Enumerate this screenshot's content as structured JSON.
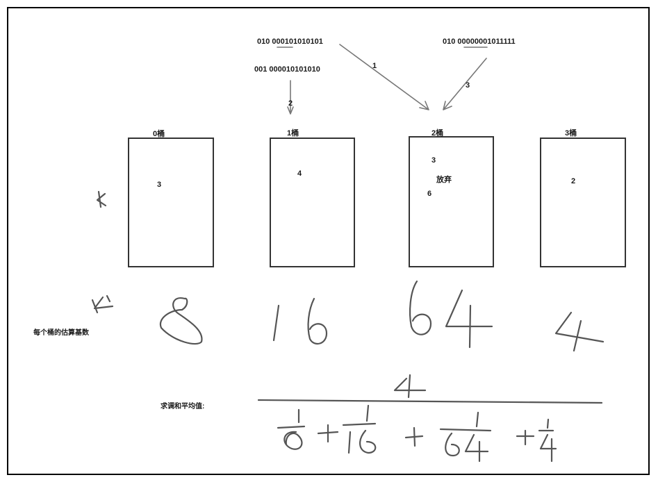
{
  "inputs": [
    {
      "value": "010 000101010101",
      "arrow_label": "1"
    },
    {
      "value": "001 000010101010",
      "arrow_label": "2"
    },
    {
      "value": "010 00000001011111",
      "arrow_label": "3"
    }
  ],
  "buckets": [
    {
      "label": "0桶",
      "contents": [
        "3"
      ]
    },
    {
      "label": "1桶",
      "contents": [
        "4"
      ]
    },
    {
      "label": "2桶",
      "contents": [
        "3",
        "放弃",
        "6"
      ]
    },
    {
      "label": "3桶",
      "contents": [
        "2"
      ]
    }
  ],
  "row_labels": {
    "k_handwritten": "k",
    "estimate_caption": "每个桶的估算基数",
    "harmonic_caption": "求调和平均值:"
  },
  "estimates": [
    "8",
    "16",
    "64",
    "4"
  ],
  "formula": {
    "numerator": "4",
    "terms": [
      {
        "num": "1",
        "den": "8"
      },
      {
        "num": "1",
        "den": "16"
      },
      {
        "num": "1",
        "den": "64"
      },
      {
        "num": "1",
        "den": "4"
      }
    ]
  },
  "colors": {
    "strike_mark": "#dd2222",
    "line": "#777777",
    "handwriting": "#555555"
  }
}
